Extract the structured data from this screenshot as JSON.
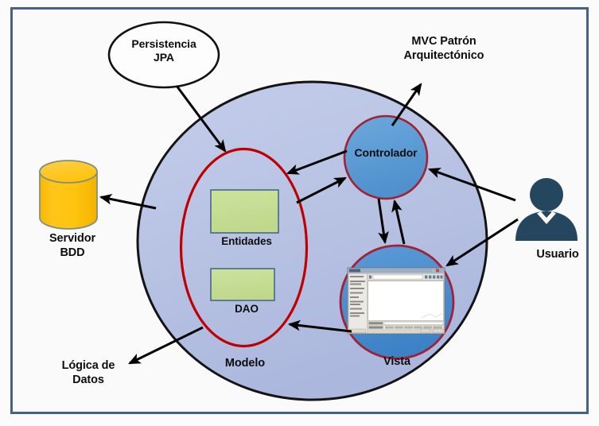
{
  "diagram": {
    "title_note": "MVC Patrón Arquitectónico",
    "labels": {
      "persistencia": "Persistencia\nJPA",
      "mvc": "MVC Patrón\nArquitectónico",
      "controlador": "Controlador",
      "entidades": "Entidades",
      "dao": "DAO",
      "modelo": "Modelo",
      "vista": "Vista",
      "servidor": "Servidor\nBDD",
      "logica": "Lógica de\nDatos",
      "usuario": "Usuario"
    },
    "shapes": [
      {
        "name": "outer-frame",
        "kind": "rectangle",
        "stroke": "#456184"
      },
      {
        "name": "modelo-vista-controlador-container",
        "kind": "ellipse",
        "fill": "#b8c3e4",
        "stroke": "#000000"
      },
      {
        "name": "modelo-ellipse",
        "kind": "ellipse",
        "fill": "none",
        "stroke": "#c00000"
      },
      {
        "name": "entidades-box",
        "kind": "rectangle",
        "fill": "#c6dd95",
        "stroke": "#4a6787"
      },
      {
        "name": "dao-box",
        "kind": "rectangle",
        "fill": "#c6dd95",
        "stroke": "#4a6787"
      },
      {
        "name": "controlador-circle",
        "kind": "circle",
        "fill": "#5b9bd5",
        "stroke": "#a02234"
      },
      {
        "name": "vista-circle",
        "kind": "circle",
        "fill": "#4a8fd0",
        "stroke": "#a02234"
      },
      {
        "name": "persistencia-ellipse",
        "kind": "ellipse",
        "fill": "#ffffff",
        "stroke": "#000000"
      },
      {
        "name": "database-cylinder",
        "kind": "cylinder",
        "fill": "#ffc000",
        "stroke": "#7f8f7f"
      },
      {
        "name": "usuario-person",
        "kind": "person-silhouette",
        "fill": "#25465f"
      }
    ],
    "arrows": [
      {
        "name": "arrow-persistencia-to-modelo",
        "from": "persistencia-ellipse",
        "to": "modelo-ellipse"
      },
      {
        "name": "arrow-modelo-to-servidor",
        "from": "modelo-container",
        "to": "database-cylinder"
      },
      {
        "name": "arrow-modelo-to-logica",
        "from": "modelo-ellipse",
        "to": "logica-label"
      },
      {
        "name": "arrow-controlador-to-mvc",
        "from": "controlador-circle",
        "to": "mvc-label"
      },
      {
        "name": "arrow-controlador-to-modelo",
        "from": "controlador-circle",
        "to": "modelo-ellipse"
      },
      {
        "name": "arrow-modelo-to-controlador",
        "from": "modelo-ellipse",
        "to": "controlador-circle"
      },
      {
        "name": "arrow-controlador-to-vista",
        "from": "controlador-circle",
        "to": "vista-circle"
      },
      {
        "name": "arrow-vista-to-controlador",
        "from": "vista-circle",
        "to": "controlador-circle"
      },
      {
        "name": "arrow-vista-to-modelo",
        "from": "vista-circle",
        "to": "modelo-ellipse"
      },
      {
        "name": "arrow-usuario-to-controlador",
        "from": "usuario-person",
        "to": "controlador-circle"
      },
      {
        "name": "arrow-usuario-to-vista",
        "from": "usuario-person",
        "to": "vista-circle"
      }
    ],
    "colors": {
      "frame": "#456184",
      "container_fill": "#b8c3e4",
      "modelo_stroke": "#c00000",
      "box_fill": "#c6dd95",
      "box_stroke": "#4a6787",
      "controlador_fill": "#5b9bd5",
      "vista_fill": "#4a8fd0",
      "circle_stroke": "#a02234",
      "database_fill": "#ffc000",
      "person_fill": "#25465f",
      "text": "#0d0d0d"
    }
  }
}
